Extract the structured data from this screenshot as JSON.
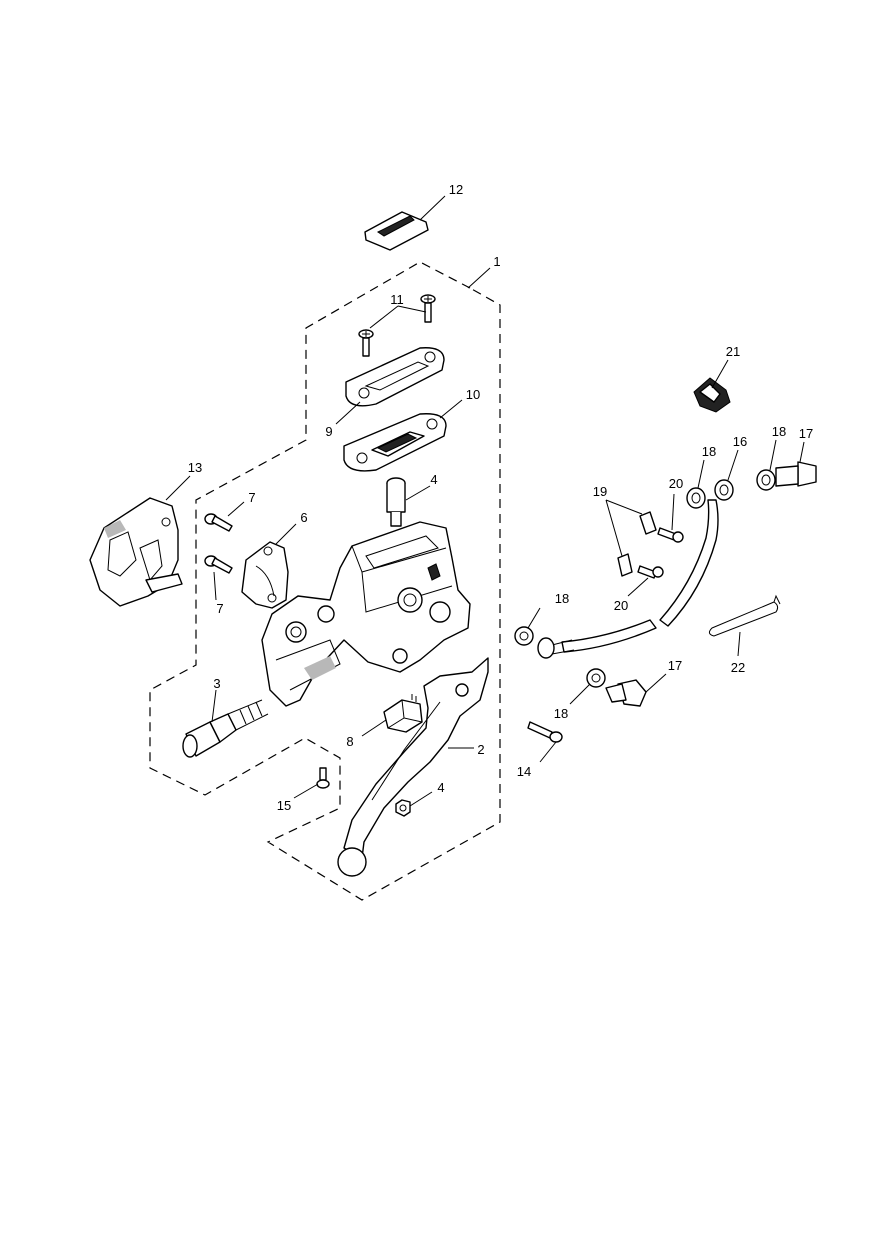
{
  "labels": {
    "l1": "1",
    "l2": "2",
    "l3": "3",
    "l4a": "4",
    "l4b": "4",
    "l6": "6",
    "l7a": "7",
    "l7b": "7",
    "l8": "8",
    "l9": "9",
    "l10": "10",
    "l11": "11",
    "l12": "12",
    "l13": "13",
    "l14": "14",
    "l15": "15",
    "l16": "16",
    "l17a": "17",
    "l17b": "17",
    "l18a": "18",
    "l18b": "18",
    "l18c": "18",
    "l18d": "18",
    "l19": "19",
    "l20a": "20",
    "l20b": "20",
    "l21": "21",
    "l22": "22"
  }
}
